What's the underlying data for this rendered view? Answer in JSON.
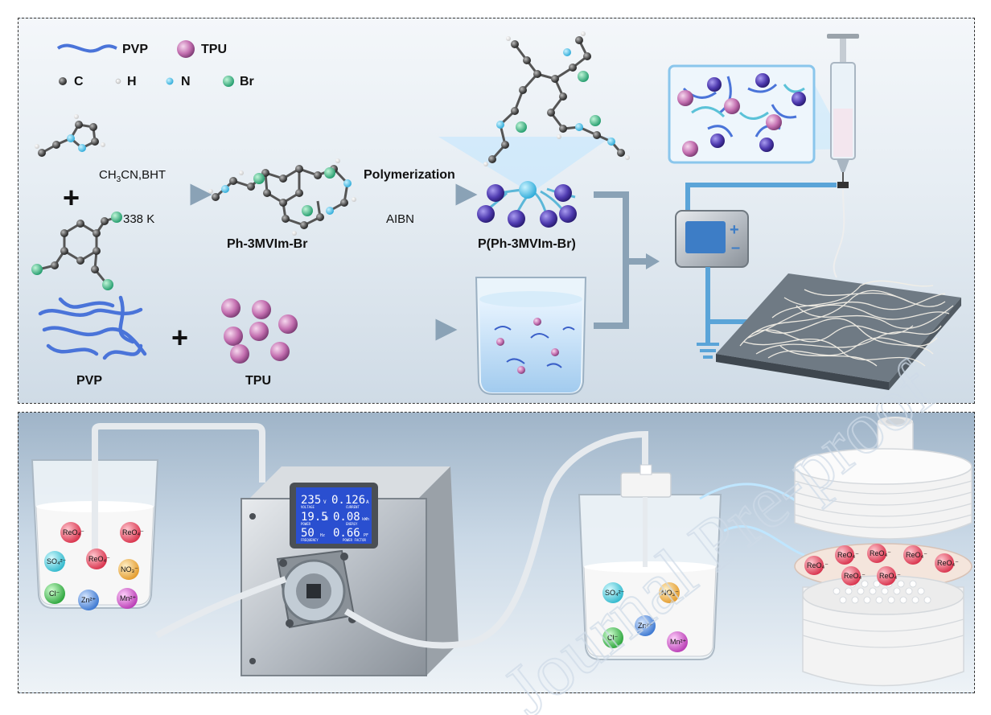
{
  "legend": {
    "pvp": "PVP",
    "tpu": "TPU",
    "c": "C",
    "h": "H",
    "n": "N",
    "br": "Br"
  },
  "reaction": {
    "plus": "+",
    "reagent_main": "CH",
    "reagent_sub": "3",
    "reagent_rest": "CN,BHT",
    "temperature": "338 K",
    "monomer_label": "Ph-3MVIm-Br",
    "polymerization_label": "Polymerization",
    "initiator_label": "AIBN",
    "polymer_label": "P(Ph-3MVIm-Br)"
  },
  "materials": {
    "pvp_label": "PVP",
    "tpu_label": "TPU"
  },
  "pump_display": {
    "voltage": "235",
    "voltage_unit": "V",
    "voltage_caption": "VOLTAGE",
    "current": "0.126",
    "current_unit": "A",
    "current_caption": "CURRENT",
    "power": "19.5",
    "power_unit": "W",
    "power_caption": "POWER",
    "energy": "0.08",
    "energy_unit": "kWh",
    "energy_caption": "ENERGY",
    "frequency": "50",
    "frequency_unit": "Hz",
    "frequency_caption": "FREQUENCY",
    "power_factor": "0.66",
    "power_factor_unit": "PF",
    "power_factor_caption": "POWER FACTOR"
  },
  "ions": {
    "reo4": "ReO₄⁻",
    "so4": "SO₄²⁻",
    "no3": "NO₃⁻",
    "cl": "Cl⁻",
    "zn": "Zn²⁺",
    "mn": "Mn²⁺"
  },
  "watermark": "Journal Pre-proof",
  "colors": {
    "arrow": "#8aa2b6",
    "tpu_bead": "#c36fb0",
    "polymer_bead": "#4f3bb0",
    "pvp_strand": "#4a74d9",
    "reo4_ball": "#e9556a",
    "so4_ball": "#4fd0e0",
    "no3_ball": "#f2b04a",
    "cl_ball": "#3fbf4f",
    "zn_ball": "#4f8fe0",
    "mn_ball": "#d45ad0",
    "lcd_screen": "#2a4fd0"
  }
}
